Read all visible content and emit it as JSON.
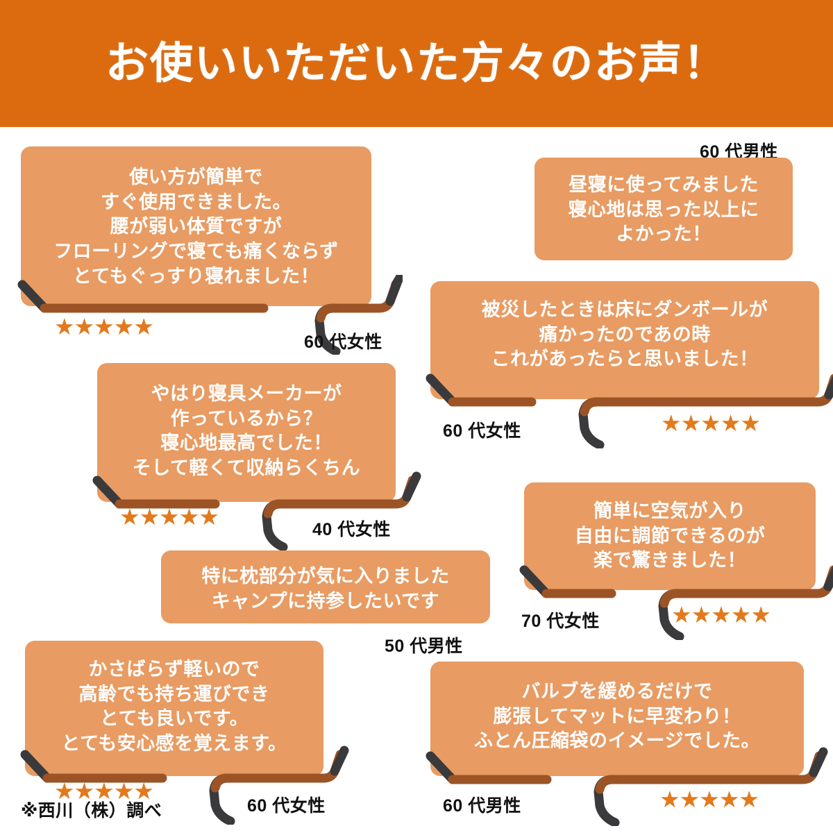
{
  "header": {
    "title": "お使いいただいた方々のお声！",
    "background_color": "#dc6b10",
    "text_color": "#ffffff"
  },
  "colors": {
    "bubble_fill": "#e89b62",
    "bubble_text": "#ffffff",
    "tail_brown": "#9c5426",
    "tail_charcoal": "#3a3a3c",
    "star": "#e27a1d",
    "label_text": "#111111"
  },
  "star_glyph": "★",
  "testimonials": [
    {
      "id": "review-1",
      "text": "使い方が簡単で\nすぐ使用できました。\n腰が弱い体質ですが\nフローリングで寝ても痛くならず\nとてもぐっすり寝れました！",
      "age_label": "60 代女性",
      "stars": 5,
      "has_tail": true
    },
    {
      "id": "review-2",
      "text": "昼寝に使ってみました\n寝心地は思った以上に\nよかった！",
      "age_label": "60 代男性",
      "stars": 0,
      "has_tail": false
    },
    {
      "id": "review-3",
      "text": "被災したときは床にダンボールが\n痛かったのであの時\nこれがあったらと思いました！",
      "age_label": "60 代女性",
      "stars": 5,
      "has_tail": true
    },
    {
      "id": "review-4",
      "text": "やはり寝具メーカーが\n作っているから？\n寝心地最高でした！\nそして軽くて収納らくちん",
      "age_label": "40 代女性",
      "stars": 5,
      "has_tail": true
    },
    {
      "id": "review-5",
      "text": "簡単に空気が入り\n自由に調節できるのが\n楽で驚きました！",
      "age_label": "70 代女性",
      "stars": 5,
      "has_tail": true
    },
    {
      "id": "review-6",
      "text": "特に枕部分が気に入りました\nキャンプに持参したいです",
      "age_label": "50 代男性",
      "stars": 0,
      "has_tail": false
    },
    {
      "id": "review-7",
      "text": "かさばらず軽いので\n高齢でも持ち運びでき\nとても良いです。\nとても安心感を覚えます。",
      "age_label": "60 代女性",
      "stars": 5,
      "has_tail": true
    },
    {
      "id": "review-8",
      "text": "バルブを緩めるだけで\n膨張してマットに早変わり！\nふとん圧縮袋のイメージでした。",
      "age_label": "60 代男性",
      "stars": 5,
      "has_tail": true
    }
  ],
  "footnote": "※西川（株）調べ"
}
